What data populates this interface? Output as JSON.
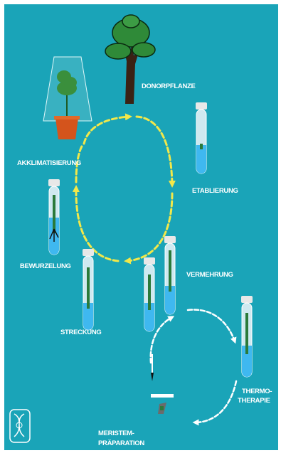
{
  "diagram": {
    "background_color": "#1aa4b8",
    "cycle_arrow_color": "#f2e84a",
    "white_arrow_color": "#ffffff",
    "medium_color": "#3fb8f0",
    "labels": {
      "donor": "DONORPFLANZE",
      "etablierung": "ETABLIERUNG",
      "akklimatisierung": "AKKLIMATISIERUNG",
      "bewurzelung": "BEWURZELUNG",
      "vermehrung": "VERMEHRUNG",
      "streckung": "STRECKUNG",
      "thermo_1": "THERMO-",
      "thermo_2": "THERAPIE",
      "meristem_1": "MERISTEM-",
      "meristem_2": "PRÄPARATION"
    },
    "icons": [
      "tree-icon",
      "potted-plant-icon",
      "test-tube-icon",
      "scalpel-icon",
      "microscope-slide-icon",
      "logo-icon"
    ]
  }
}
